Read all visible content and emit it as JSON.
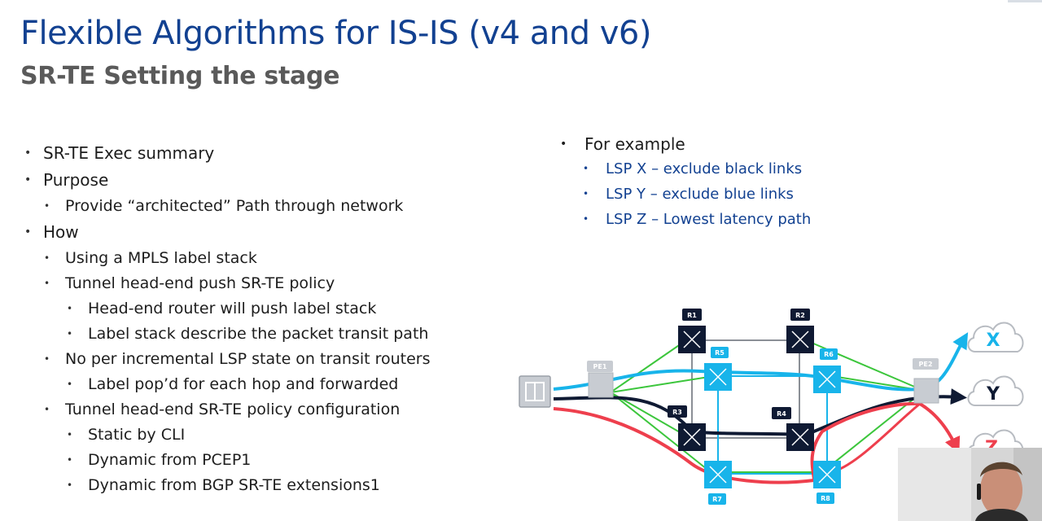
{
  "slide": {
    "title": "Flexible Algorithms for IS-IS (v4 and v6)",
    "subtitle": "SR-TE Setting the stage"
  },
  "bullets": [
    {
      "level": 1,
      "text": "SR-TE Exec summary"
    },
    {
      "level": 1,
      "text": "Purpose"
    },
    {
      "level": 2,
      "text": "Provide “architected” Path through network"
    },
    {
      "level": 1,
      "text": "How"
    },
    {
      "level": 2,
      "text": "Using a MPLS label stack"
    },
    {
      "level": 2,
      "text": "Tunnel head-end push SR-TE policy"
    },
    {
      "level": 3,
      "text": "Head-end router will push label stack"
    },
    {
      "level": 3,
      "text": "Label stack describe the packet transit path"
    },
    {
      "level": 2,
      "text": "No per incremental LSP state on transit routers"
    },
    {
      "level": 3,
      "text": "Label pop’d for each hop and forwarded"
    },
    {
      "level": 2,
      "text": "Tunnel head-end SR-TE policy configuration"
    },
    {
      "level": 3,
      "text": "Static by CLI"
    },
    {
      "level": 3,
      "text": "Dynamic from PCEP1"
    },
    {
      "level": 3,
      "text": "Dynamic from BGP SR-TE extensions1"
    }
  ],
  "example": {
    "heading": "For example",
    "items": [
      "LSP X – exclude black links",
      "LSP Y – exclude blue links",
      "LSP Z – Lowest latency path"
    ]
  },
  "diagram": {
    "routers": {
      "pe1": "PE1",
      "pe2": "PE2",
      "r1": "R1",
      "r2": "R2",
      "r3": "R3",
      "r4": "R4",
      "r5": "R5",
      "r6": "R6",
      "r7": "R7",
      "r8": "R8"
    },
    "clouds": {
      "x": "X",
      "y": "Y",
      "z": "Z"
    },
    "colors": {
      "black_router": "#0f1a33",
      "blue_router": "#18b4ea",
      "pe_router": "#c8ccd2",
      "green_link": "#3cc63c",
      "blue_link": "#18b4ea",
      "red_link": "#ee3f4d",
      "black_link": "#0f1a33",
      "title": "#124191"
    }
  }
}
